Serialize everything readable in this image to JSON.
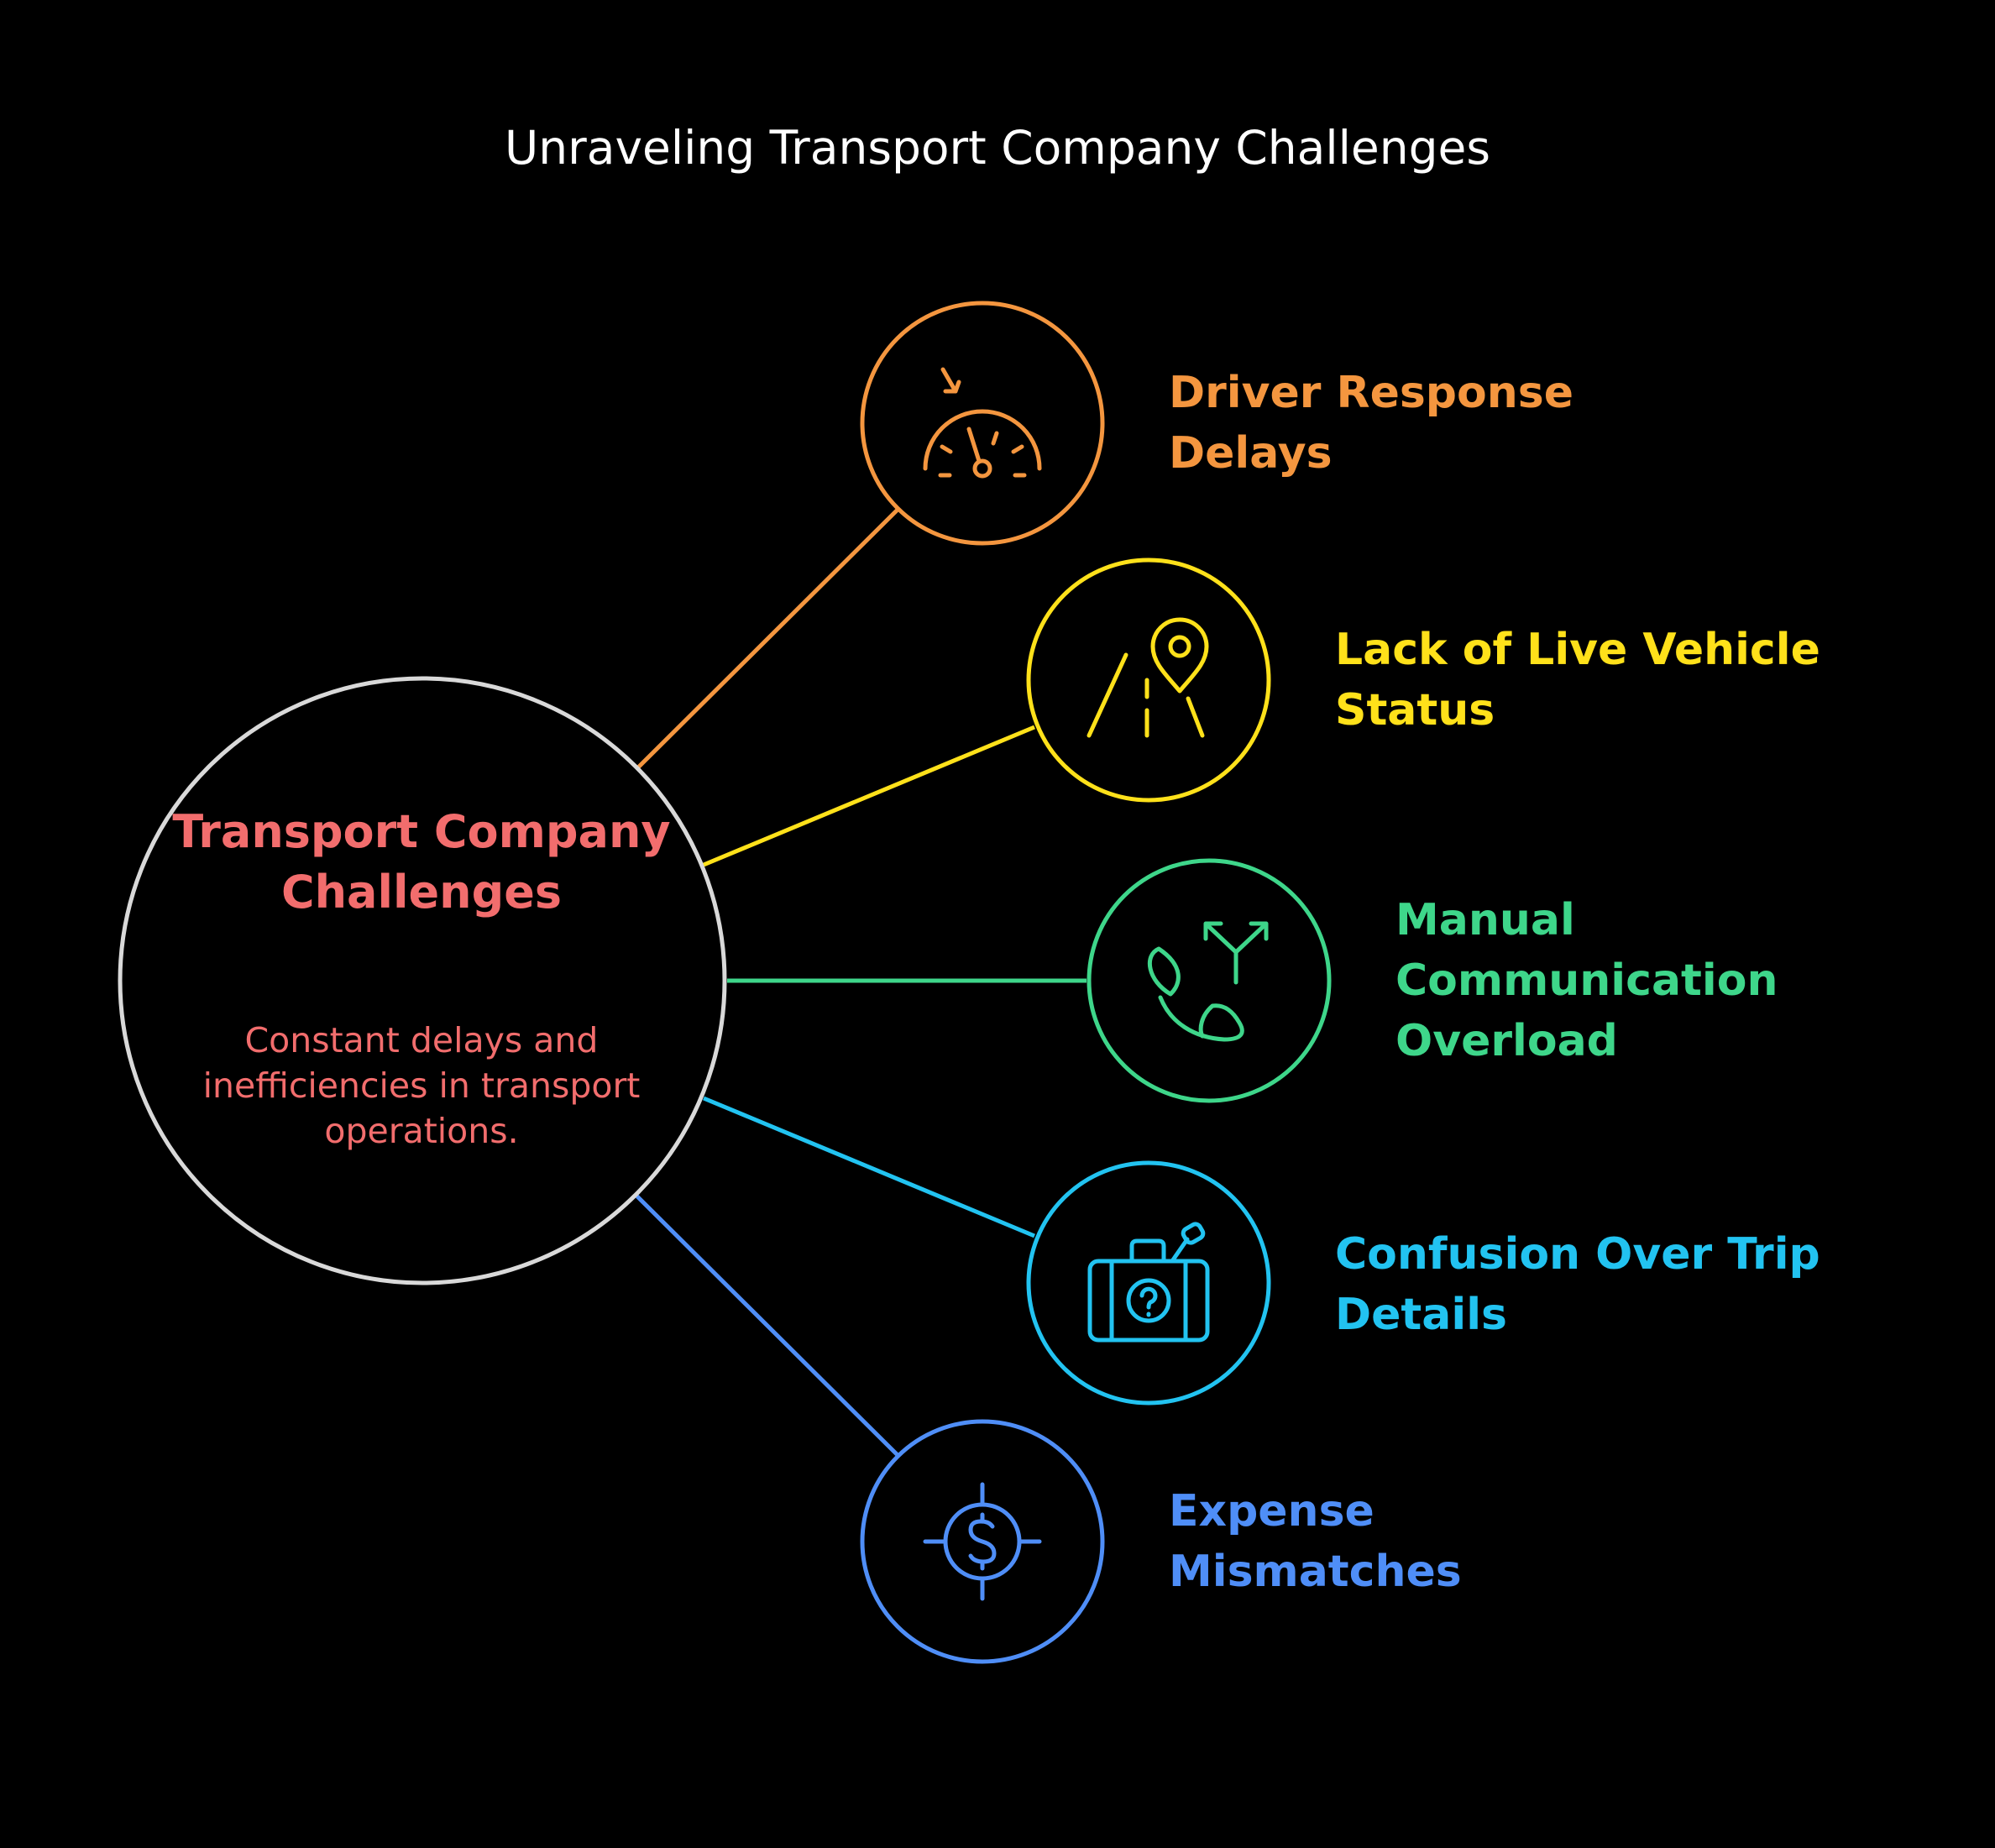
{
  "title": "Unraveling Transport Company Challenges",
  "center": {
    "title": "Transport Company Challenges",
    "description": "Constant delays and inefficiencies in transport operations.",
    "title_color": "#F26D6D",
    "stroke_color": "#D9D9D9"
  },
  "items": [
    {
      "label": "Driver Response Delays",
      "color": "#F4963F",
      "icon": "speedometer-icon"
    },
    {
      "label": "Lack of Live Vehicle Status",
      "color": "#FFE11A",
      "icon": "road-location-icon"
    },
    {
      "label": "Manual Communication Overload",
      "color": "#3ED68A",
      "icon": "phone-direction-icon"
    },
    {
      "label": "Confusion Over Trip Details",
      "color": "#22C3F1",
      "icon": "luggage-question-icon"
    },
    {
      "label": "Expense Mismatches",
      "color": "#4F8EF7",
      "icon": "dollar-target-icon"
    }
  ]
}
